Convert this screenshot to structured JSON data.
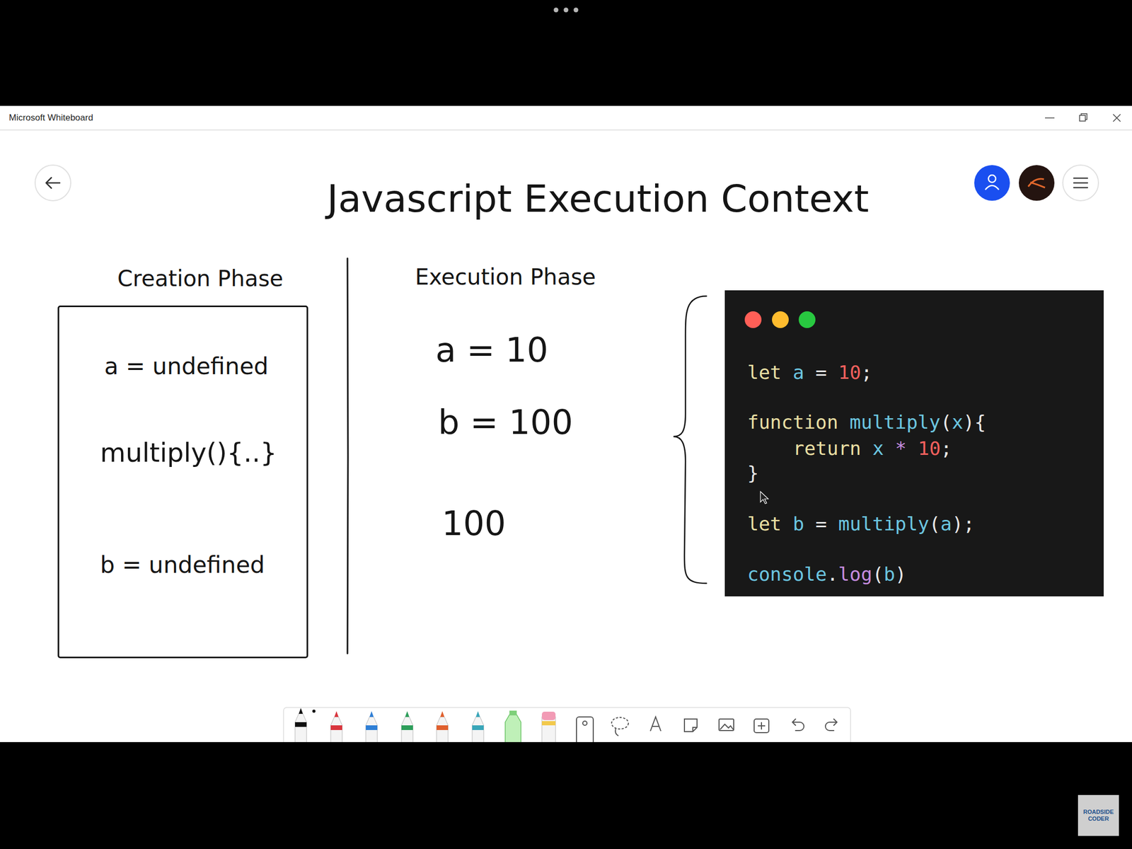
{
  "diagram": {
    "title": "Javascript Execution Context",
    "nodes": [
      {
        "text": [
          "Creation Phase",
          "a = undefined",
          "multiply(){..}",
          "b = undefined"
        ]
      },
      {
        "text": [
          "let a = 10;",
          "function multiply(x){",
          "return x * 10;",
          "}",
          "let b = multiply(a);",
          "console.log(b)"
        ]
      }
    ],
    "labels": [
      "Microsoft Whiteboard",
      "Execution Phase",
      "a = 10",
      "b = 100",
      "100",
      "ROADSIDE CODER"
    ]
  }
}
